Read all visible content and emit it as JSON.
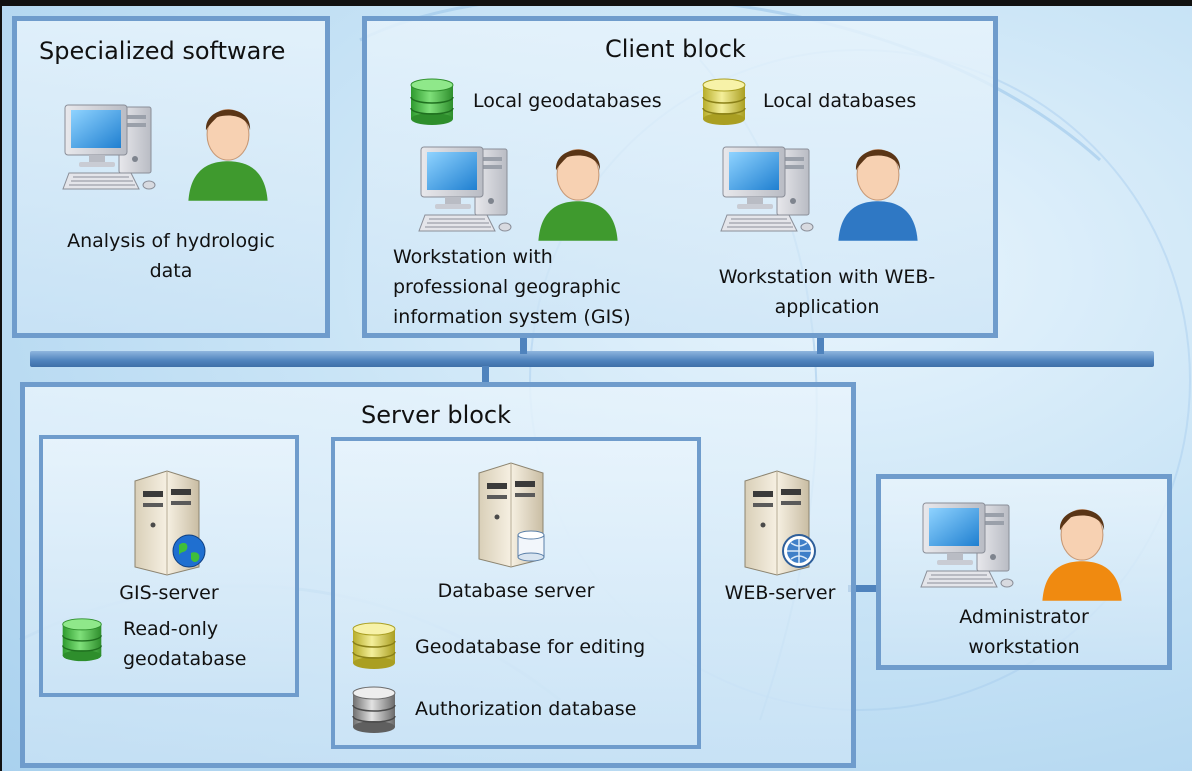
{
  "specialized": {
    "title": "Specialized software",
    "caption_line1": "Analysis of hydrologic",
    "caption_line2": "data"
  },
  "client": {
    "title": "Client block",
    "local_geodatabases": "Local geodatabases",
    "local_databases": "Local databases",
    "gis_ws_line1": "Workstation with",
    "gis_ws_line2": "professional geographic",
    "gis_ws_line3": "information system (GIS)",
    "web_ws_line1": "Workstation with WEB-",
    "web_ws_line2": "application"
  },
  "server": {
    "title": "Server block",
    "gis_server": "GIS-server",
    "readonly_line1": "Read-only",
    "readonly_line2": "geodatabase",
    "db_server": "Database server",
    "geodb_editing": "Geodatabase for editing",
    "auth_db": "Authorization database",
    "web_server": "WEB-server"
  },
  "admin": {
    "line1": "Administrator",
    "line2": "workstation"
  },
  "colors": {
    "box_border": "#6f9ccc",
    "bus": "#4f83bd",
    "db_green": "#4cc24a",
    "db_yellow": "#e4dc55",
    "db_gray": "#a8a8a8",
    "user_green": "#3f9a2e",
    "user_blue": "#2f78c4",
    "user_orange": "#f08a10"
  }
}
